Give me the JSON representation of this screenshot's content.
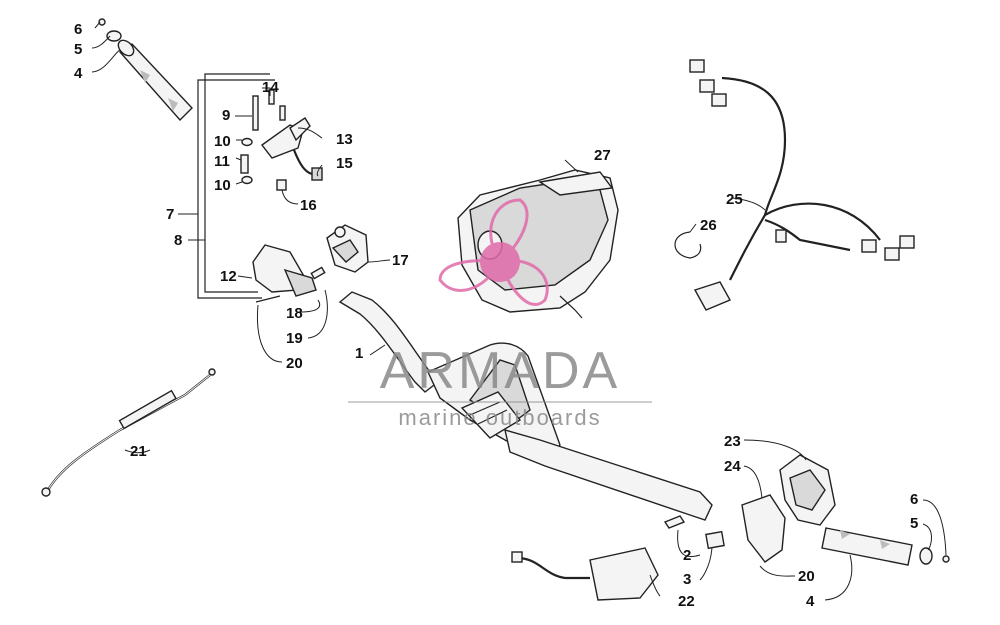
{
  "watermark": {
    "brand": "ARMADA",
    "tagline": "marine outboards",
    "logo_color": "#e06aa8",
    "text_color": "#8a8a8a"
  },
  "callouts": {
    "c1": "1",
    "c2": "2",
    "c3": "3",
    "c4_left": "4",
    "c4_right": "4",
    "c5_left": "5",
    "c5_right": "5",
    "c6_left": "6",
    "c6_right": "6",
    "c7": "7",
    "c8": "8",
    "c9": "9",
    "c10_a": "10",
    "c10_b": "10",
    "c11": "11",
    "c12": "12",
    "c13": "13",
    "c14": "14",
    "c15": "15",
    "c16": "16",
    "c17": "17",
    "c18": "18",
    "c19": "19",
    "c20_left": "20",
    "c20_right": "20",
    "c21": "21",
    "c22": "22",
    "c23": "23",
    "c24": "24",
    "c25": "25",
    "c26": "26",
    "c27": "27"
  }
}
